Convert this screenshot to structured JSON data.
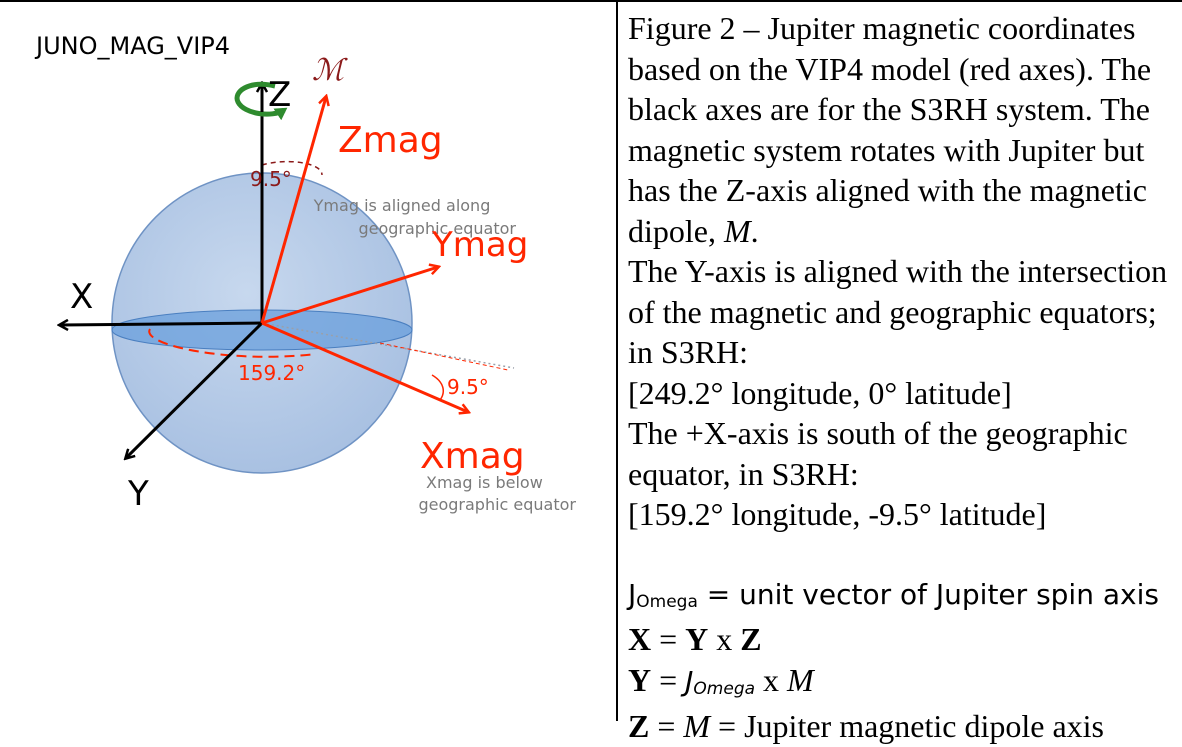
{
  "diagram": {
    "title": "JUNO_MAG_VIP4",
    "labels": {
      "z": "Z",
      "x": "X",
      "y": "Y",
      "m_script": "ℳ",
      "zmag": "Zmag",
      "ymag": "Ymag",
      "xmag": "Xmag",
      "tilt_top": "9.5°",
      "tilt_bottom": "9.5°",
      "lon_angle": "159.2°",
      "ymag_note_line1": "Ymag is aligned along",
      "ymag_note_line2": "geographic equator",
      "xmag_note_line1": "Xmag is below",
      "xmag_note_line2": "geographic equator"
    },
    "colors": {
      "magnetic_axes": "#ff2600",
      "geographic_axes": "#000000",
      "sphere_fill": "#b8cde6",
      "sphere_stroke": "#6f93c4",
      "equator_fill": "#6a9fdc",
      "tilt_label": "#8b1a1a",
      "rotation_arrow": "#2e8b2e",
      "note_gray": "#7a7a7a"
    }
  },
  "caption": {
    "p1_a": "Figure 2 – Jupiter magnetic coordinates based on the VIP4 model (red axes). The black axes are for the S3RH system. The magnetic system rotates with Jupiter but has the Z-axis aligned with the magnetic dipole,",
    "p1_m": "M",
    "p1_end": ".",
    "p2": "The Y-axis is aligned with the intersection of the magnetic and geographic equators; in S3RH:",
    "p3": "[249.2° longitude, 0° latitude]",
    "p4": "The +X-axis is south of the geographic equator, in S3RH:",
    "p5": "[159.2° longitude, -9.5° latitude]",
    "def1_j": "J",
    "def1_sub": "Omega",
    "def1_rest": " = unit vector of Jupiter spin axis",
    "def2_a": "X",
    "def2_eq": " = ",
    "def2_b": "Y",
    "def2_x": " x ",
    "def2_c": "Z",
    "def3_a": "Y",
    "def3_eq": " = ",
    "def3_j": "J",
    "def3_sub": "Omega",
    "def3_x": " x ",
    "def3_m": "M",
    "def4_a": "Z",
    "def4_eq": " = ",
    "def4_m": "M",
    "def4_rest": " = Jupiter magnetic dipole axis"
  }
}
